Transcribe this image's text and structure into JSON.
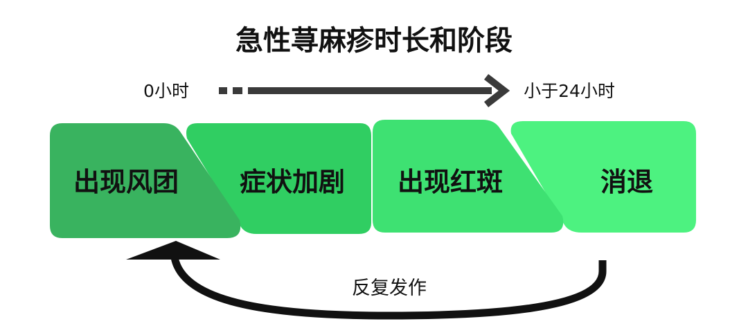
{
  "title": "急性荨麻疹时长和阶段",
  "timeline": {
    "start_label": "0小时",
    "end_label": "小于24小时"
  },
  "stages": [
    {
      "label": "出现风团",
      "color": "#39b35f"
    },
    {
      "label": "症状加剧",
      "color": "#30ce62"
    },
    {
      "label": "出现红斑",
      "color": "#3ee172"
    },
    {
      "label": "消退",
      "color": "#4df280"
    }
  ],
  "cycle": {
    "label": "反复发作"
  },
  "colors": {
    "arrow": "#3a3a3a",
    "text": "#111111"
  }
}
